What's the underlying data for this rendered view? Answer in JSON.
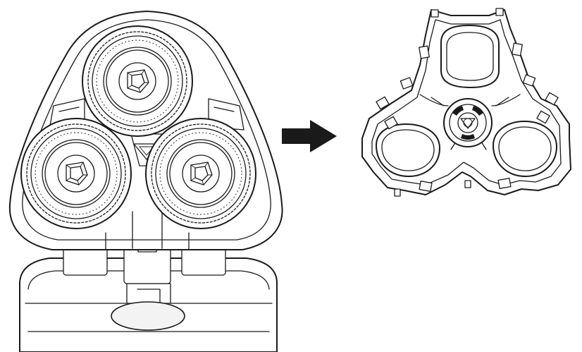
{
  "figure": {
    "left_panel": {
      "subject": "shaver-head-open",
      "cutter_count": 3
    },
    "right_panel": {
      "subject": "cutter-holder-frame",
      "window_count": 3
    },
    "connector": {
      "icon": "arrow-right-icon",
      "direction": "right"
    }
  },
  "colors": {
    "line": "#1a1a1a",
    "background": "#ffffff"
  }
}
